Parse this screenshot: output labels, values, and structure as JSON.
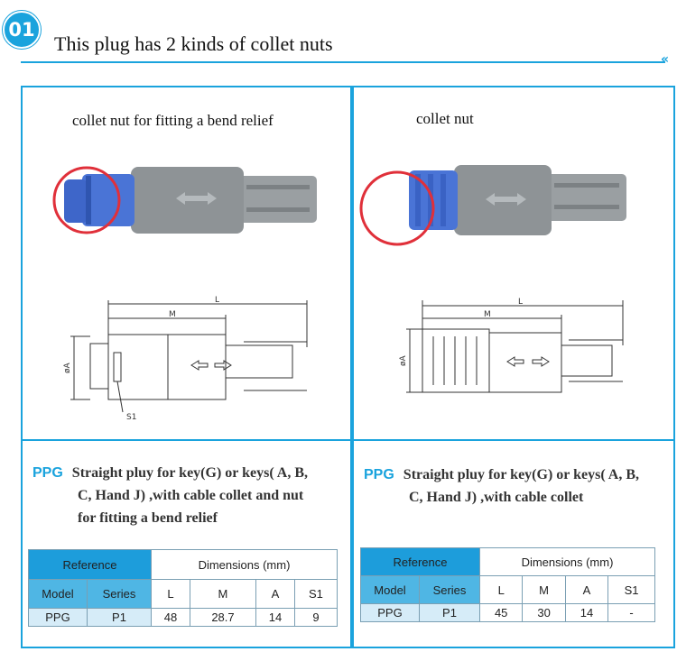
{
  "header": {
    "badge": "01",
    "title": "This plug has 2 kinds of collet nuts",
    "chevron": "«"
  },
  "left": {
    "caption": "collet nut for fitting  a bend relief",
    "drawing_labels": {
      "L": "L",
      "M": "M",
      "A": "øA",
      "S1": "S1"
    },
    "ppg": "PPG",
    "description": [
      "Straight pluy for key(G) or keys( A, B,",
      "C, Hand J) ,with cable collet and nut",
      "for fitting a bend relief"
    ],
    "table": {
      "reference": "Reference",
      "dimensions": "Dimensions (mm)",
      "headers": [
        "Model",
        "Series",
        "L",
        "M",
        "A",
        "S1"
      ],
      "row": [
        "PPG",
        "P1",
        "48",
        "28.7",
        "14",
        "9"
      ]
    }
  },
  "right": {
    "caption": "collet nut",
    "drawing_labels": {
      "L": "L",
      "M": "M",
      "A": "øA"
    },
    "ppg": "PPG",
    "description": [
      "Straight pluy for key(G) or keys( A, B,",
      "C, Hand J) ,with cable collet"
    ],
    "table": {
      "reference": "Reference",
      "dimensions": "Dimensions (mm)",
      "headers": [
        "Model",
        "Series",
        "L",
        "M",
        "A",
        "S1"
      ],
      "row": [
        "PPG",
        "P1",
        "45",
        "30",
        "14",
        "-"
      ]
    }
  },
  "colors": {
    "accent": "#1aa3dd",
    "plug_grey": "#8e9396",
    "collet_blue": "#4a74d6",
    "highlight_red": "#e0303a"
  }
}
